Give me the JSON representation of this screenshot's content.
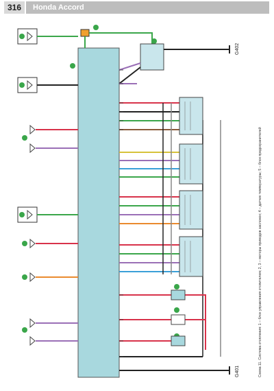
{
  "header": {
    "page_number": "316",
    "title": "Honda Accord"
  },
  "caption": "Схема 11. Система отопления: 1 – блок управления отопителем; 2, 3 – моторы приводов заслонок; 4 – датчик температуры; 5 – блок предохранителей",
  "grounds": {
    "top": "G402",
    "bottom": "G401"
  },
  "colors": {
    "ecu_fill": "#a8d8de",
    "sub_fill": "#c9e6ec",
    "wire_red": "#d8324a",
    "wire_violet": "#9a6fb6",
    "wire_green": "#3aa64a",
    "wire_orange": "#ea8a2e",
    "wire_black": "#222222",
    "wire_yellow": "#d6c23a",
    "wire_blue": "#3aa0d8",
    "wire_gray": "#888888",
    "wire_brown": "#8a5a3a"
  }
}
